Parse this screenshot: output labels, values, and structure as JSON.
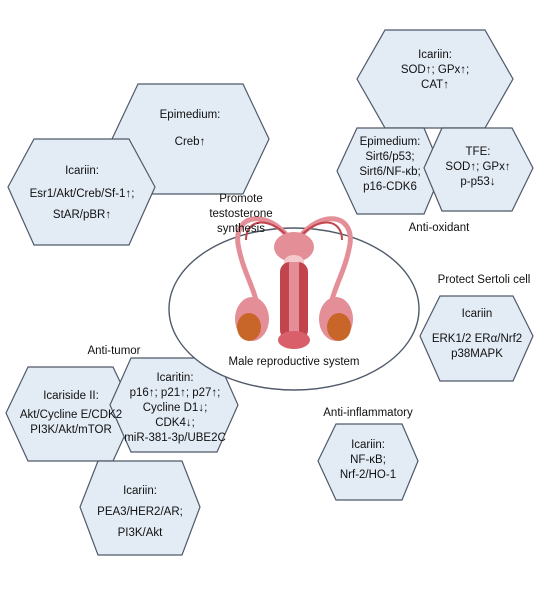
{
  "center": {
    "label": "Male reproductive system"
  },
  "categories": {
    "testosterone": [
      "Promote",
      "testosterone",
      "synthesis"
    ],
    "antioxidant": "Anti-oxidant",
    "sertoli": "Protect Sertoli cell",
    "antitumor": "Anti-tumor",
    "antiinflammatory": "Anti-inflammatory"
  },
  "hexagons": {
    "epimedium_creb": {
      "title": "Epimedium:",
      "lines": [
        "Creb↑"
      ]
    },
    "icariin_esr1": {
      "title": "Icariin:",
      "lines": [
        "Esr1/Akt/Creb/Sf-1↑;",
        "StAR/pBR↑"
      ]
    },
    "icariin_sod": {
      "title": "Icariin:",
      "lines": [
        "SOD↑; GPx↑;",
        "CAT↑"
      ]
    },
    "epimedium_sirt6": {
      "title": "Epimedium:",
      "lines": [
        "Sirt6/p53;",
        "Sirt6/NF-κb;",
        "p16-CDK6"
      ]
    },
    "tfe_sod": {
      "title": "TFE:",
      "lines": [
        "SOD↑; GPx↑",
        "p-p53↓"
      ]
    },
    "icariin_erk": {
      "title": "Icariin",
      "lines": [
        "ERK1/2 ERα/Nrf2",
        "p38MAPK"
      ]
    },
    "icariside_akt": {
      "title": "Icariside II:",
      "lines": [
        "Akt/Cycline E/CDK2",
        "PI3K/Akt/mTOR"
      ]
    },
    "icaritin_p16": {
      "title": "Icaritin:",
      "lines": [
        "p16↑; p21↑; p27↑;",
        "Cycline D1↓;",
        "CDK4↓;",
        "miR-381-3p/UBE2C"
      ]
    },
    "icariin_pea3": {
      "title": "Icariin:",
      "lines": [
        "PEA3/HER2/AR;",
        "PI3K/Akt"
      ]
    },
    "icariin_nfkb": {
      "title": "Icariin:",
      "lines": [
        "NF-κB;",
        "Nrf-2/HO-1"
      ]
    }
  },
  "colors": {
    "hex_fill": "#e3ebf5",
    "hex_stroke": "#4f5a69",
    "organ_pink": "#e48f98",
    "organ_red": "#c2444c",
    "testis_orange": "#c8662a"
  }
}
